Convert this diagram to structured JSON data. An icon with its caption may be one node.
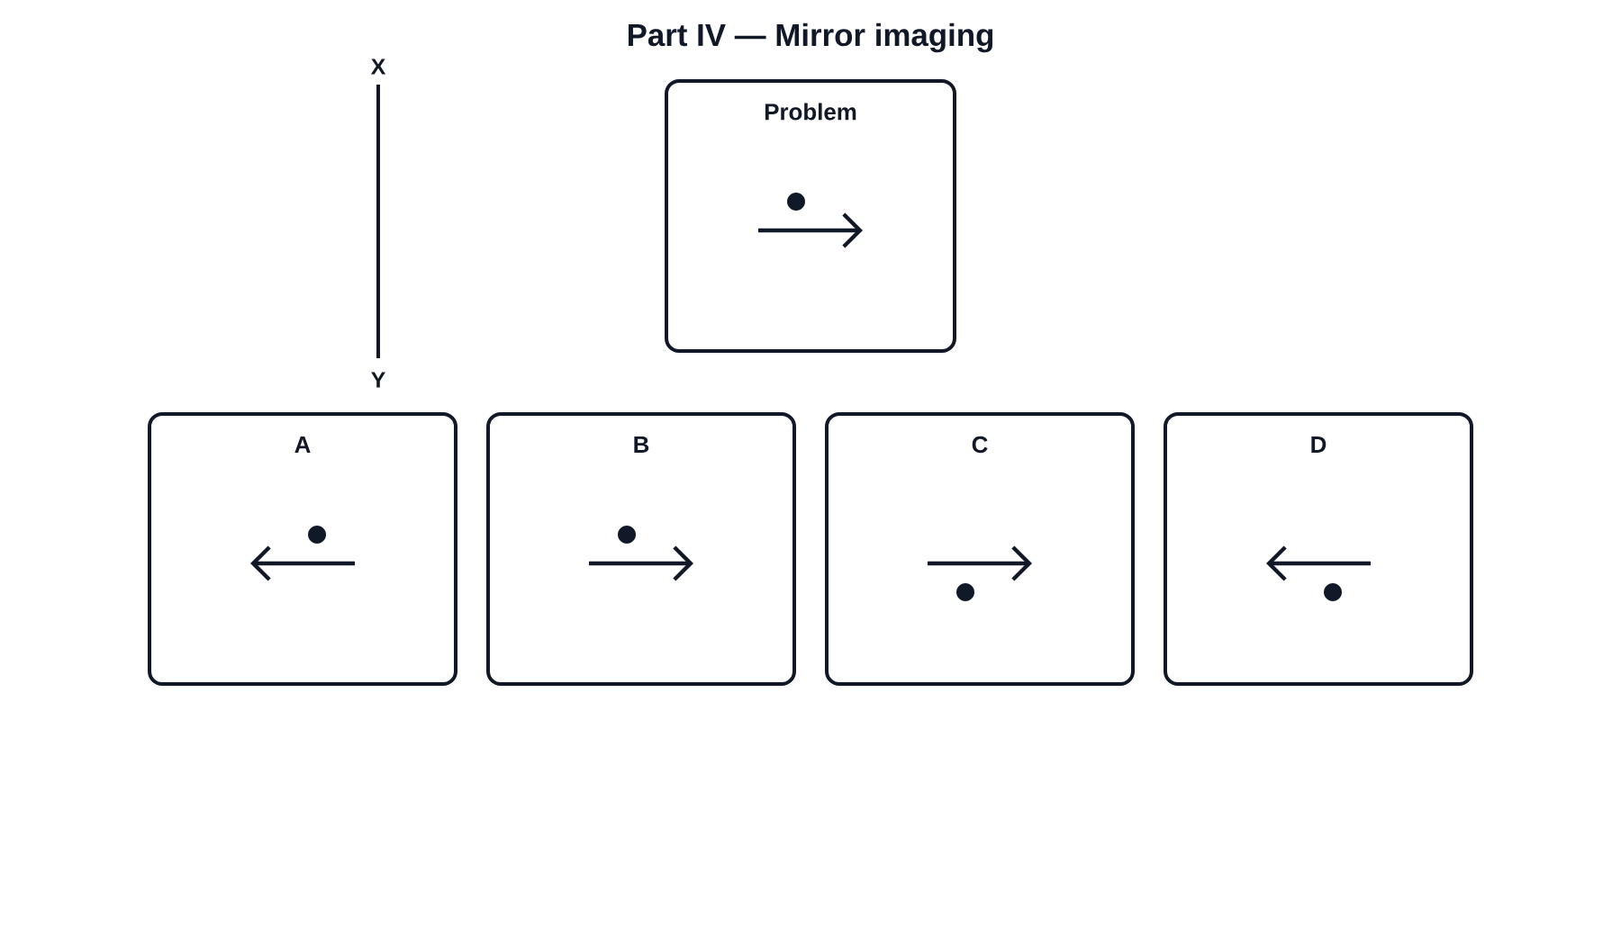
{
  "diagram": {
    "title": "Part IV — Mirror imaging",
    "nodes": [
      {
        "text": [
          "Problem"
        ]
      },
      {
        "text": [
          "A"
        ]
      },
      {
        "text": [
          "B"
        ]
      },
      {
        "text": [
          "C"
        ]
      },
      {
        "text": [
          "D"
        ]
      }
    ],
    "labels": [
      "X",
      "Y"
    ]
  }
}
